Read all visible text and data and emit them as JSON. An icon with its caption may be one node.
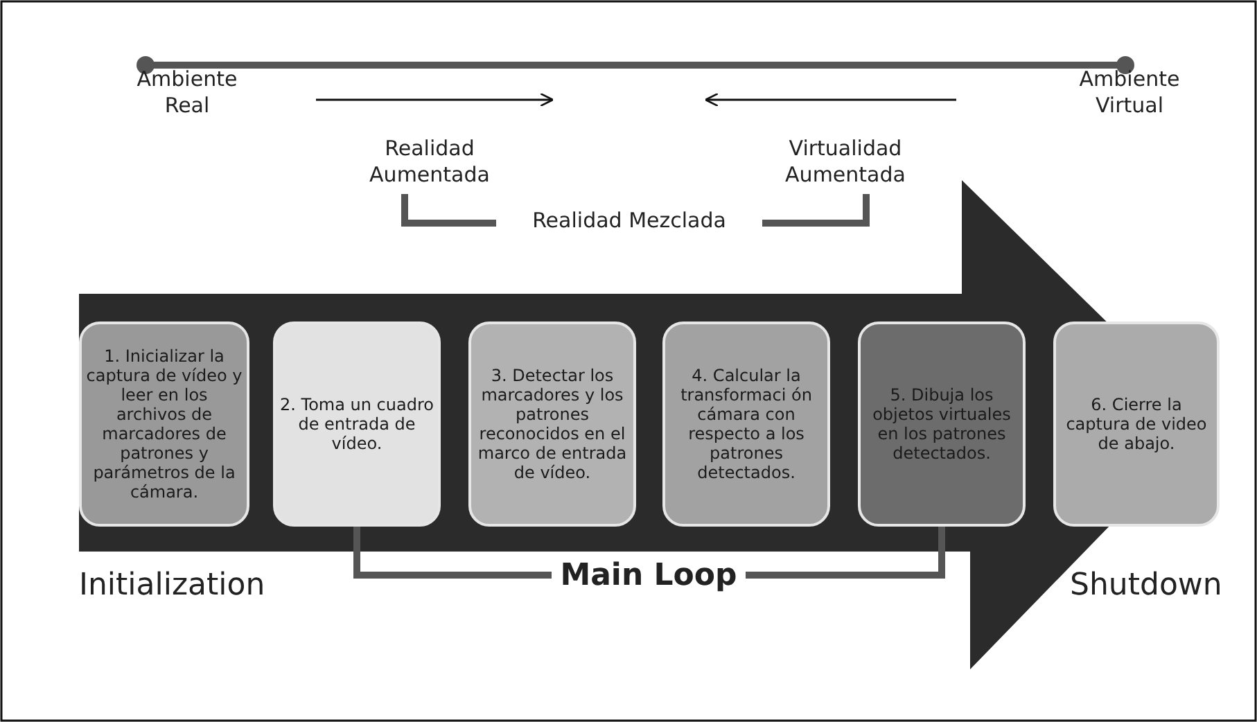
{
  "diagram": {
    "nodes": [
      {
        "text": [
          "Ambiente Real"
        ]
      },
      {
        "text": [
          "Ambiente Virtual"
        ]
      },
      {
        "text": [
          "Realidad Aumentada"
        ]
      },
      {
        "text": [
          "Virtualidad Aumentada"
        ]
      },
      {
        "text": [
          "Realidad Mezclada"
        ]
      },
      {
        "text": [
          "1. Inicializar la captura de vídeo y leer en los archivos de marcadores de patrones y parámetros de la cámara."
        ]
      },
      {
        "text": [
          "2. Toma un cuadro de entrada de vídeo."
        ]
      },
      {
        "text": [
          "3. Detectar los marcadores y los patrones reconocidos en el marco de entrada de vídeo."
        ]
      },
      {
        "text": [
          "4. Calcular la transformaci ón cámara con respecto a los patrones detectados."
        ]
      },
      {
        "text": [
          "5. Dibuja los objetos virtuales en los patrones detectados."
        ]
      },
      {
        "text": [
          "6. Cierre la captura de video de abajo."
        ]
      },
      {
        "text": [
          "Main Loop"
        ]
      }
    ],
    "edges": [
      {
        "from": 0,
        "to": 1,
        "arrow": "other"
      },
      {
        "from": 4,
        "to": 2,
        "arrow": "none"
      },
      {
        "from": 4,
        "to": 3,
        "arrow": "none"
      },
      {
        "from": 11,
        "to": 6,
        "arrow": "none"
      },
      {
        "from": 11,
        "to": 9,
        "arrow": "none"
      },
      {
        "from": 5,
        "to": 10,
        "arrow": "to",
        "style": "thick",
        "color": "#2b2b2b"
      }
    ],
    "labels": [
      "Initialization",
      "Shutdown"
    ]
  }
}
